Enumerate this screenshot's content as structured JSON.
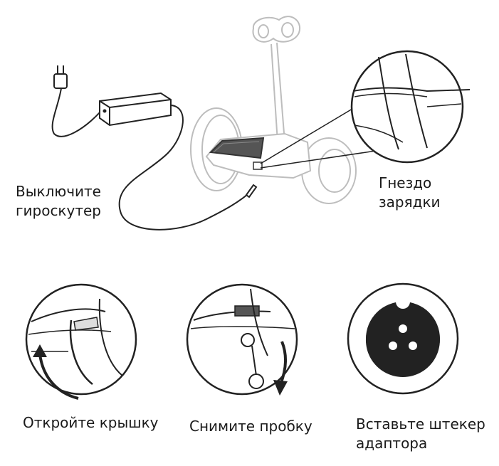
{
  "labels": {
    "power_off": [
      "Выключите",
      "гироскутер"
    ],
    "charging_port": [
      "Гнездо",
      "зарядки"
    ],
    "open_cover": "Откройте крышку",
    "remove_plug": "Снимите пробку",
    "insert_plug": [
      "Вставьте штекер",
      "адаптора"
    ]
  }
}
